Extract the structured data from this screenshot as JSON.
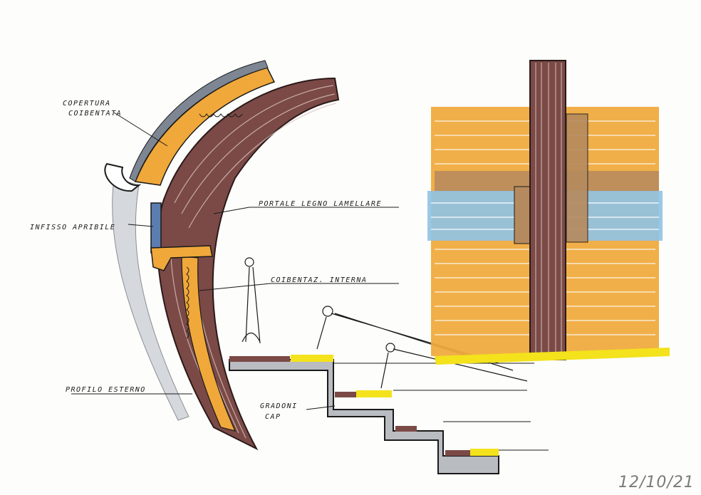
{
  "labels": {
    "copertura_line1": "COPERTURA",
    "copertura_line2": "COIBENTATA",
    "portale": "PORTALE LEGNO LAMELLARE",
    "infisso": "INFISSO APRIBILE",
    "coibentaz": "COIBENTAZ. INTERNA",
    "profilo": "PROFILO ESTERNO",
    "gradoni_line1": "GRADONI",
    "gradoni_line2": "CAP"
  },
  "date": "12/10/21",
  "colors": {
    "paper": "#fdfdfb",
    "lamellar_wood": "#7b4a46",
    "insulation": "#f0a83a",
    "glass": "#8fc3e6",
    "concrete": "#b9bcc0",
    "highlight_yellow": "#f3e21c",
    "ink": "#1a1a1a",
    "grey_shadow": "#c9ccd0"
  }
}
